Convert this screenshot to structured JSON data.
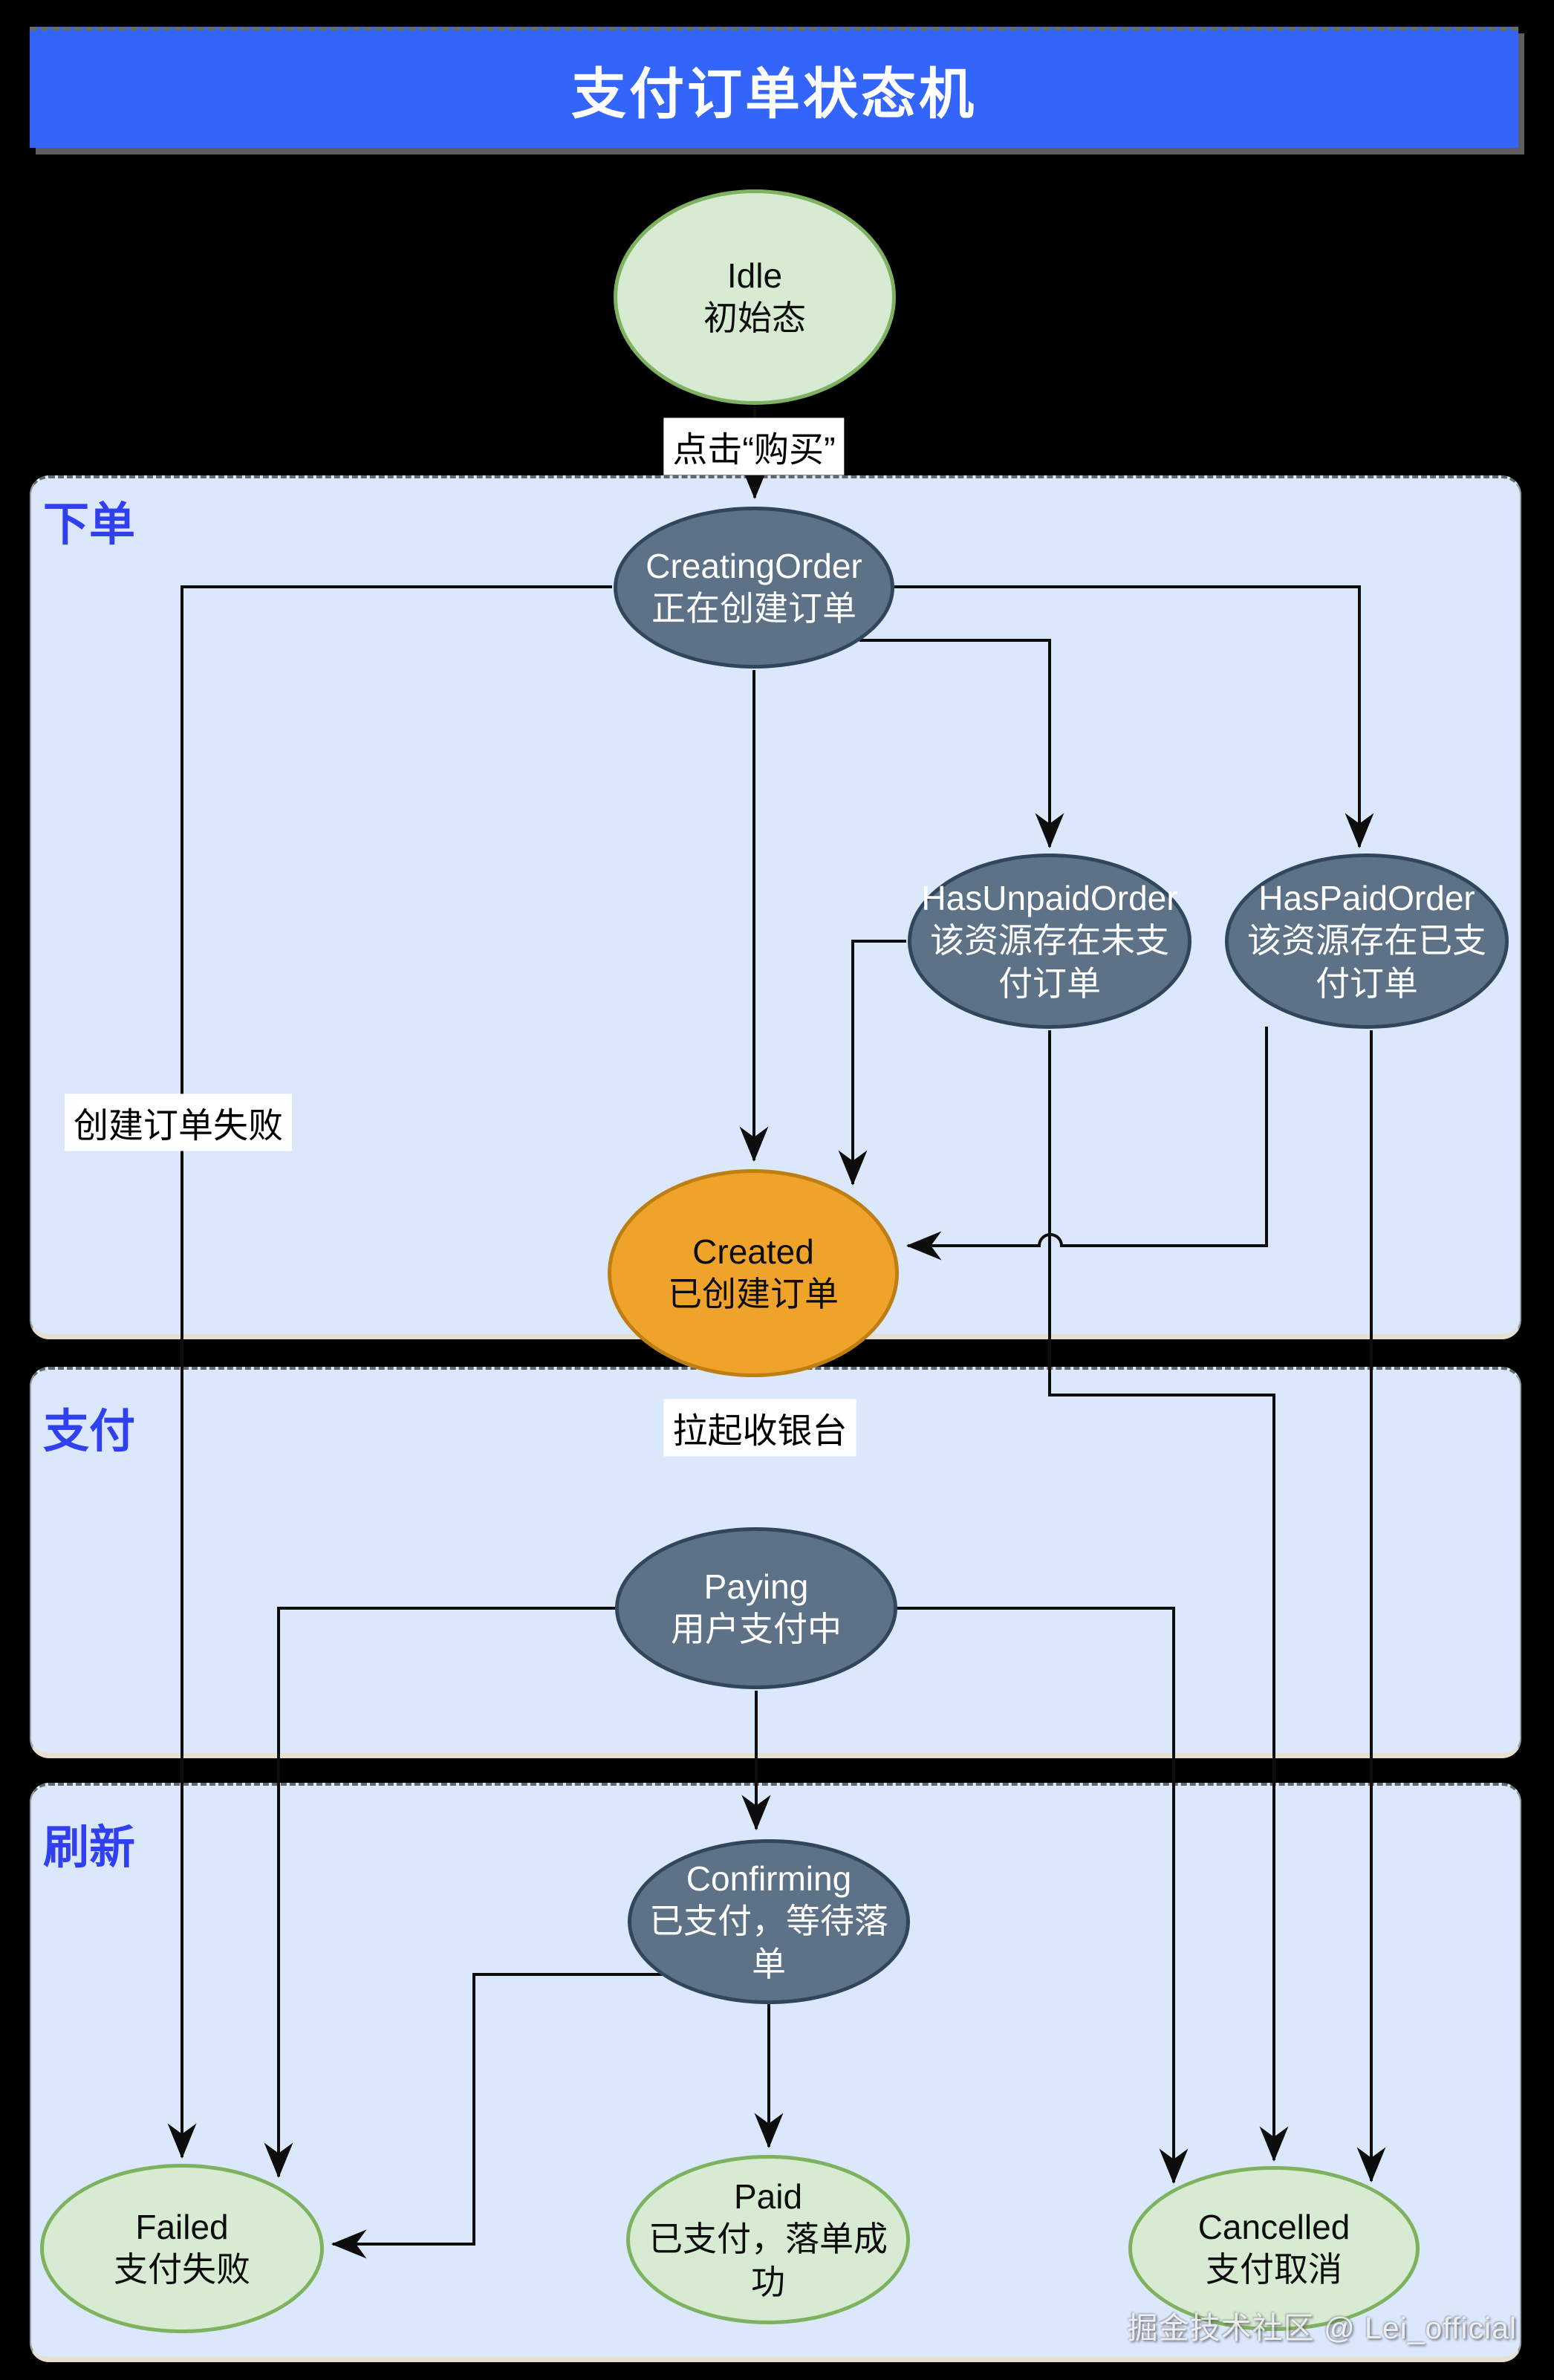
{
  "title": "支付订单状态机",
  "sections": {
    "order": {
      "label": "下单"
    },
    "pay": {
      "label": "支付"
    },
    "refresh": {
      "label": "刷新"
    }
  },
  "nodes": {
    "idle": {
      "en": "Idle",
      "zh": "初始态"
    },
    "creating": {
      "en": "CreatingOrder",
      "zh": "正在创建订单"
    },
    "hasunpaid": {
      "en": "HasUnpaidOrder",
      "zh": "该资源存在未支付订单"
    },
    "haspaid": {
      "en": "HasPaidOrder",
      "zh": "该资源存在已支付订单"
    },
    "created": {
      "en": "Created",
      "zh": "已创建订单"
    },
    "paying": {
      "en": "Paying",
      "zh": "用户支付中"
    },
    "confirming": {
      "en": "Confirming",
      "zh": "已支付，等待落单"
    },
    "failed": {
      "en": "Failed",
      "zh": "支付失败"
    },
    "paid": {
      "en": "Paid",
      "zh": "已支付，落单成功"
    },
    "cancelled": {
      "en": "Cancelled",
      "zh": "支付取消"
    }
  },
  "edge_labels": {
    "click_buy": "点击“购买”",
    "create_fail": "创建订单失败",
    "open_cashier": "拉起收银台"
  },
  "watermark": "掘金技术社区 @ Lei_official",
  "colors": {
    "background": "#000000",
    "title_bar": "#3365fb",
    "section_fill": "#dbe8fc",
    "section_label": "#3040f0",
    "state_gray_fill": "#5d7286",
    "state_gray_border": "#31465a",
    "state_green_fill": "#d7ead2",
    "state_green_border": "#7fb25f",
    "state_orange_fill": "#f0a32a",
    "state_orange_border": "#bd7e12",
    "edge_line": "#0d0d0d"
  }
}
